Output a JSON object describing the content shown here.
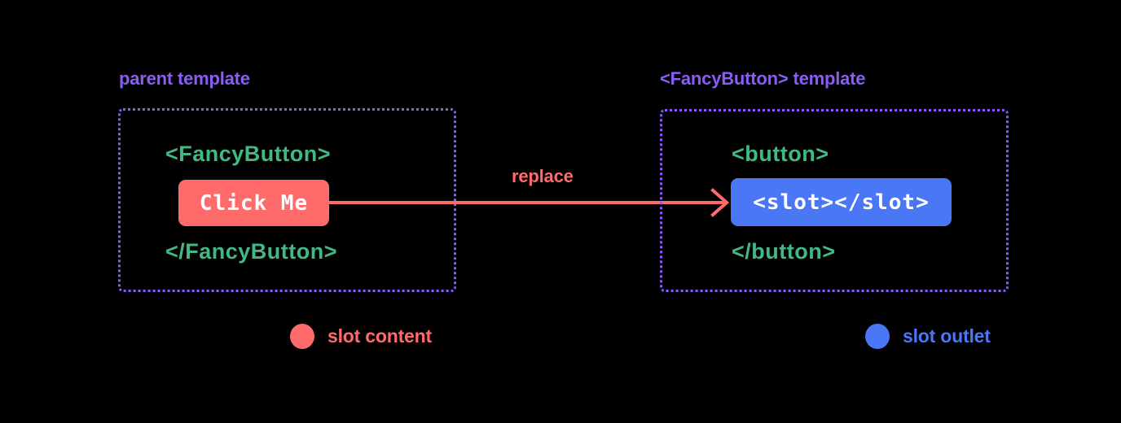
{
  "background_color": "#000000",
  "palette": {
    "accent_purple": "#8b5cf6",
    "code_green": "#42b883",
    "slot_content_red": "#ff6b6b",
    "slot_outlet_blue": "#4a77f5",
    "text_white": "#ffffff"
  },
  "panels": {
    "parent": {
      "heading": "parent template",
      "open_tag": "<FancyButton>",
      "close_tag": "</FancyButton>",
      "chip_label": "Click Me"
    },
    "fancybutton": {
      "heading": "<FancyButton> template",
      "open_tag": "<button>",
      "close_tag": "</button>",
      "chip_label": "<slot></slot>"
    }
  },
  "arrow": {
    "label": "replace",
    "direction": "left-to-right",
    "color": "#ff6b6b"
  },
  "legend": [
    {
      "label": "slot content",
      "color": "#ff6b6b"
    },
    {
      "label": "slot outlet",
      "color": "#4a77f5"
    }
  ]
}
